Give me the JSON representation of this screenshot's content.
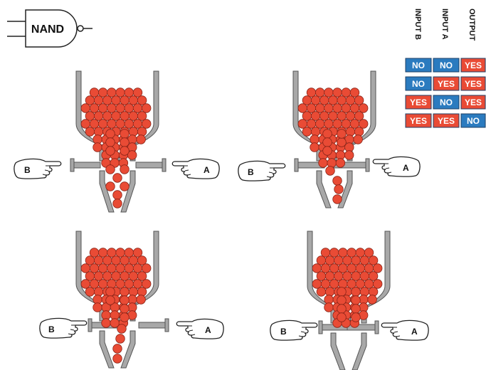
{
  "gate": {
    "label": "NAND"
  },
  "truth_table": {
    "headers": [
      "INPUT B",
      "INPUT A",
      "OUTPUT"
    ],
    "rows": [
      [
        "NO",
        "NO",
        "YES"
      ],
      [
        "NO",
        "YES",
        "YES"
      ],
      [
        "YES",
        "NO",
        "YES"
      ],
      [
        "YES",
        "YES",
        "NO"
      ]
    ],
    "colors": {
      "NO": "#2b7bbf",
      "YES": "#e94b35"
    }
  },
  "funnels": [
    {
      "hand_a": "A",
      "hand_b": "B",
      "state": "neither pushed"
    },
    {
      "hand_a": "A",
      "hand_b": "B",
      "state": "A pushed"
    },
    {
      "hand_a": "A",
      "hand_b": "B",
      "state": "B pushed"
    },
    {
      "hand_a": "A",
      "hand_b": "B",
      "state": "both pushed"
    }
  ],
  "colors": {
    "ball": "#e94b35",
    "ball_stroke": "#8a2418",
    "funnel": "#a8a8a8",
    "funnel_stroke": "#555555"
  },
  "icons": [
    "nand-gate-icon",
    "hand-icon"
  ]
}
